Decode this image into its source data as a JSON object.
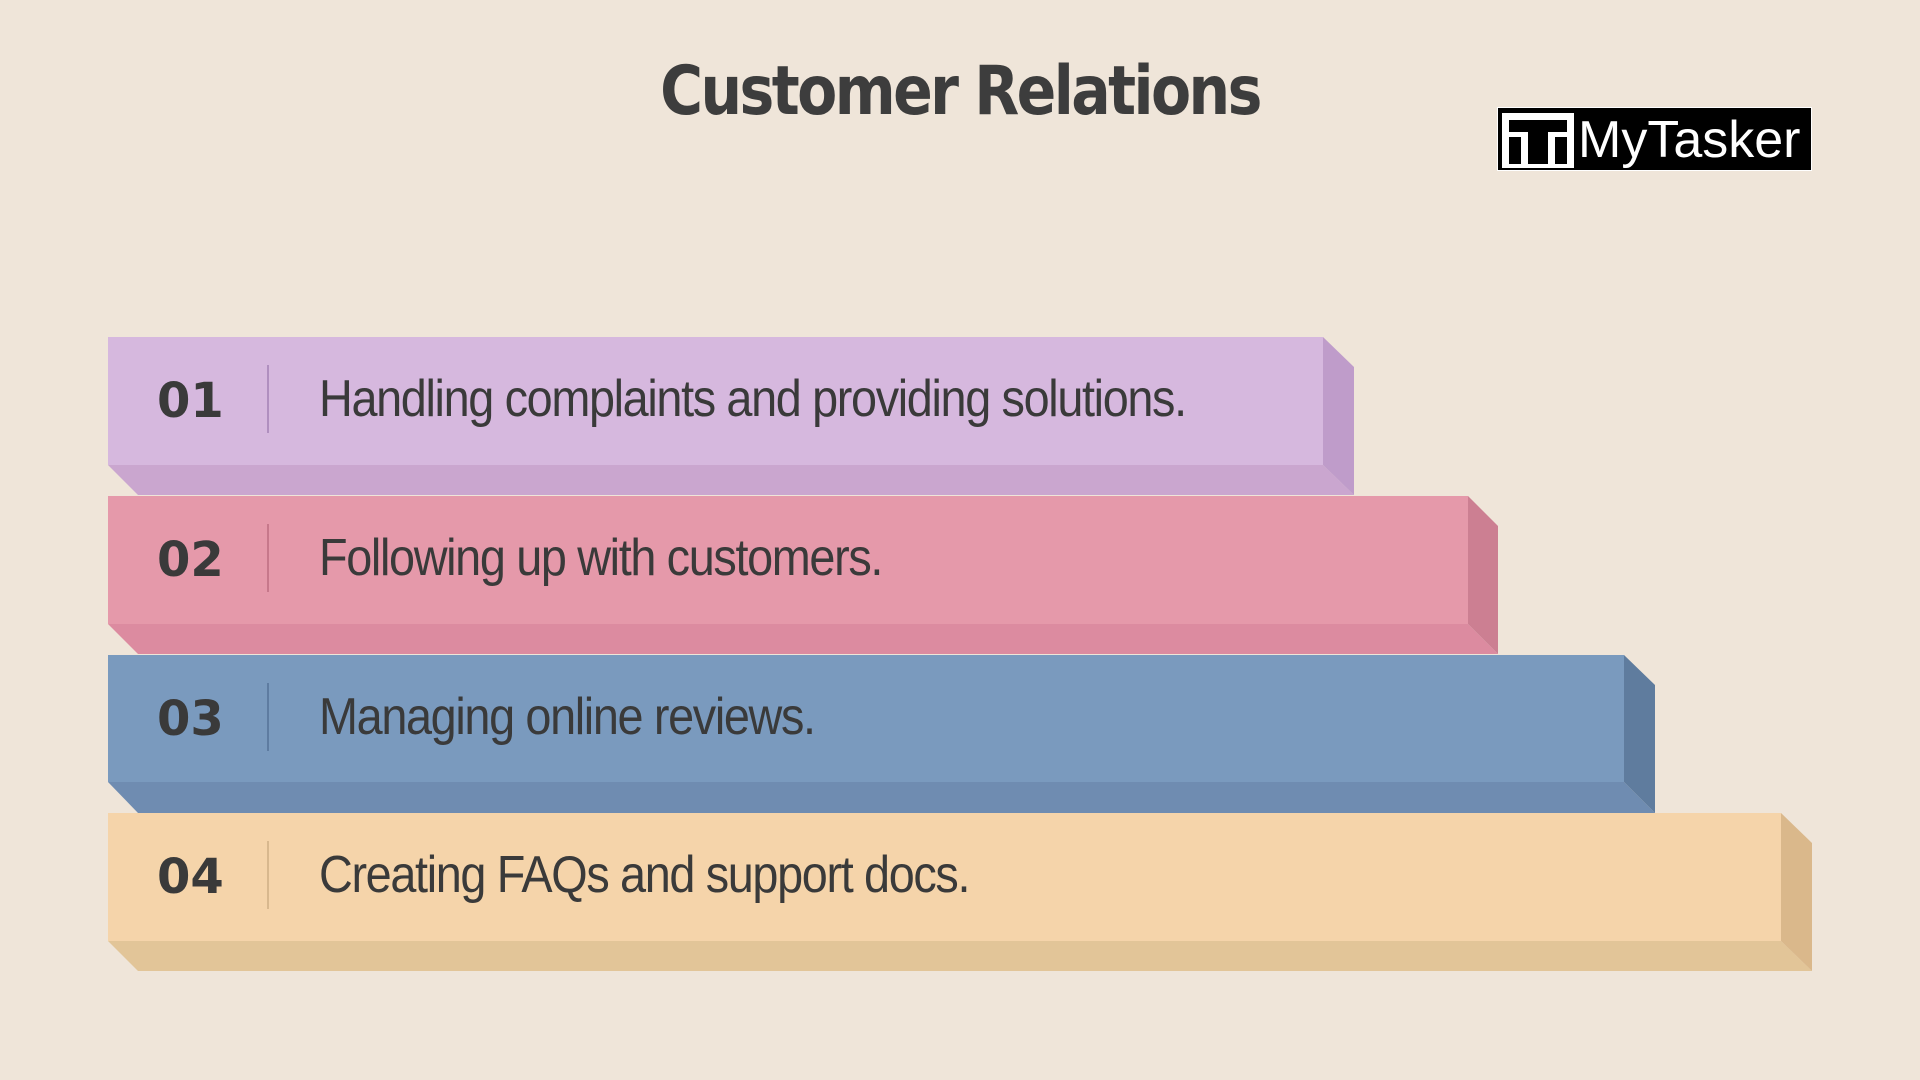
{
  "title": "Customer Relations",
  "logo": {
    "text": "MyTasker"
  },
  "steps": [
    {
      "number": "01",
      "text": "Handling complaints and providing solutions.",
      "colors": {
        "face": "#d6b8de",
        "side": "#bf9cca",
        "bottom": "#caa6cf",
        "divider": "#b08fbf"
      }
    },
    {
      "number": "02",
      "text": "Following up with customers.",
      "colors": {
        "face": "#e599aa",
        "side": "#cc7f92",
        "bottom": "#dc8ba0",
        "divider": "#c7788b"
      }
    },
    {
      "number": "03",
      "text": "Managing online reviews.",
      "colors": {
        "face": "#7a9abe",
        "side": "#5f7c9e",
        "bottom": "#6f8cb1",
        "divider": "#5e7ca1"
      }
    },
    {
      "number": "04",
      "text": "Creating FAQs and support docs.",
      "colors": {
        "face": "#f5d4aa",
        "side": "#dab88b",
        "bottom": "#e2c598",
        "divider": "#d8b88e"
      }
    }
  ]
}
